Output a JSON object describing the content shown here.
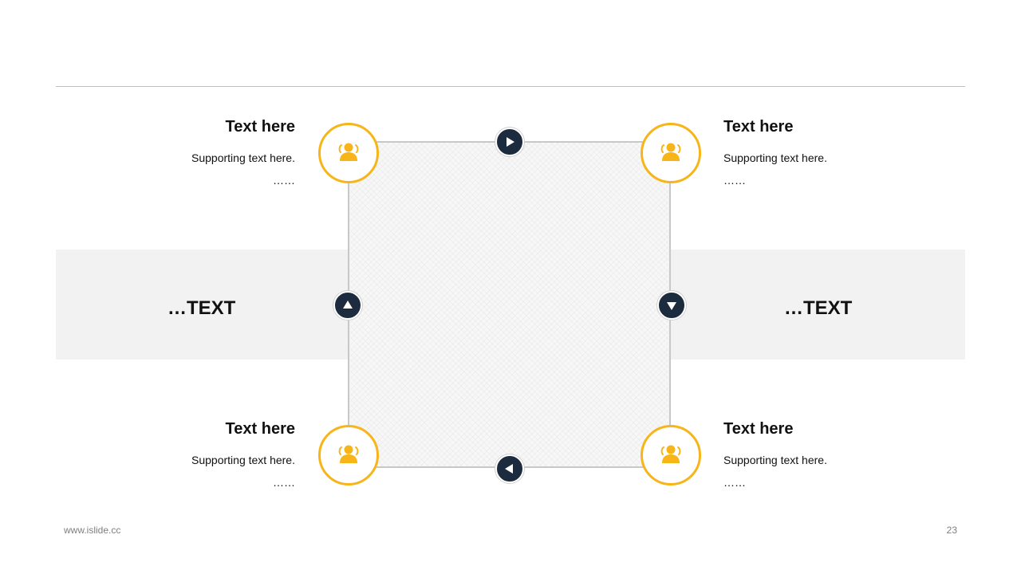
{
  "colors": {
    "accent": "#f7b519",
    "arrow_fill": "#1d2b3e",
    "band": "#f2f2f2",
    "rule": "#bfbfbf",
    "frame": "#c8c8c8"
  },
  "items": [
    {
      "title": "Text here",
      "support": "Supporting text here.",
      "ellipsis": "……",
      "icon": "users-icon"
    },
    {
      "title": "Text here",
      "support": "Supporting text here.",
      "ellipsis": "……",
      "icon": "users-icon"
    },
    {
      "title": "Text here",
      "support": "Supporting text here.",
      "ellipsis": "……",
      "icon": "users-icon"
    },
    {
      "title": "Text here",
      "support": "Supporting text here.",
      "ellipsis": "……",
      "icon": "users-icon"
    }
  ],
  "band": {
    "left_text": "…TEXT",
    "right_text": "…TEXT"
  },
  "arrows": {
    "top": "play-right-icon",
    "right": "play-down-icon",
    "bottom": "play-left-icon",
    "left": "play-up-icon"
  },
  "footer": {
    "website": "www.islide.cc",
    "page_number": "23"
  }
}
